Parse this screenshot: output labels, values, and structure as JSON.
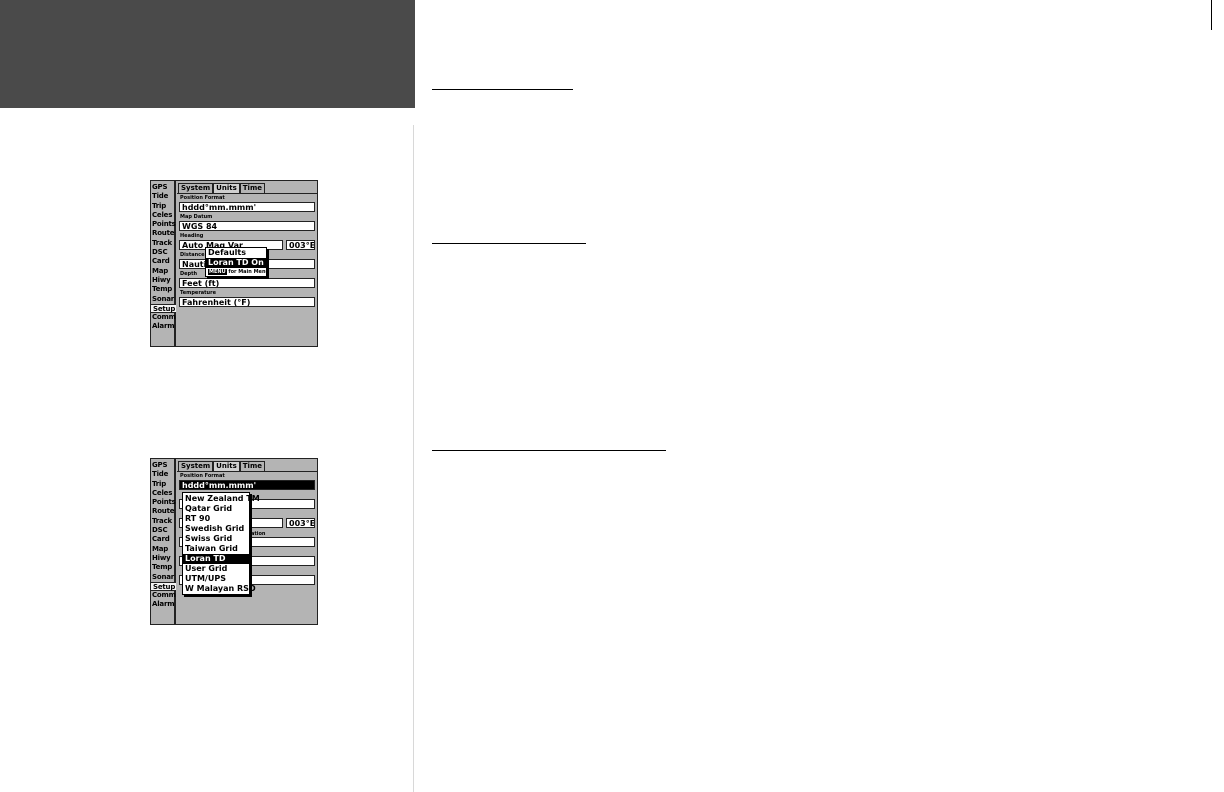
{
  "colors": {
    "header_block": "#4a4a4a",
    "screen_bg": "#b4b4b4"
  },
  "screen1": {
    "side_items": [
      "GPS",
      "Tide",
      "Trip",
      "Celes",
      "Points",
      "Route",
      "Track",
      "DSC",
      "Card",
      "Map",
      "Hiwy",
      "Temp",
      "Sonar",
      "Setup",
      "Comm",
      "Alarm"
    ],
    "selected_side_item": "Setup",
    "tabs": [
      "System",
      "Units",
      "Time"
    ],
    "position_format_label": "Position Format",
    "position_format_value": "hddd°mm.mmm'",
    "map_datum_label": "Map Datum",
    "map_datum_value": "WGS 84",
    "heading_label": "Heading",
    "heading_value": "Auto Mag Var",
    "heading_var": "003°E",
    "distance_label": "Distance",
    "distance_value": "Nautic",
    "depth_label": "Depth",
    "depth_value": "Feet (ft)",
    "temperature_label": "Temperature",
    "temperature_value": "Fahrenheit (°F)",
    "menu": {
      "options": [
        "Defaults",
        "Loran TD On"
      ],
      "hint_key": "MENU",
      "hint_text": "for Main Menu"
    }
  },
  "screen2": {
    "side_items": [
      "GPS",
      "Tide",
      "Trip",
      "Celes",
      "Points",
      "Route",
      "Track",
      "DSC",
      "Card",
      "Map",
      "Hiwy",
      "Temp",
      "Sonar",
      "Setup",
      "Comm",
      "Alarm"
    ],
    "selected_side_item": "Setup",
    "tabs": [
      "System",
      "Units",
      "Time"
    ],
    "position_format_label": "Position Format",
    "position_format_value": "hddd°mm.mmm'",
    "heading_var": "003°E",
    "partial_label": "ation",
    "partial_value": ")",
    "dropdown_options": [
      "New Zealand TM",
      "Qatar Grid",
      "RT 90",
      "Swedish Grid",
      "Swiss Grid",
      "Taiwan Grid",
      "Loran TD",
      "User Grid",
      "UTM/UPS",
      "W Malayan RSO"
    ],
    "dropdown_selected": "Loran TD"
  }
}
